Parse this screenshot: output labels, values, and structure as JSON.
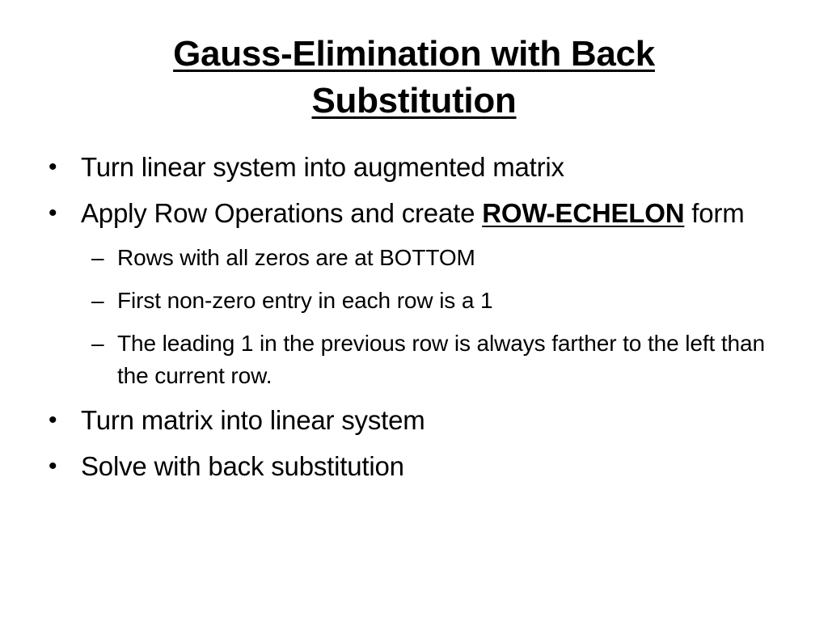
{
  "slide": {
    "title": "Gauss-Elimination with Back Substitution",
    "bullets": {
      "b1": "Turn linear system  into augmented matrix",
      "b2_prefix": "Apply Row Operations and create ",
      "b2_emph": "ROW-ECHELON",
      "b2_suffix": " form",
      "s1": "Rows with all zeros are at BOTTOM",
      "s2": "First non-zero entry in each row is a 1",
      "s3": "The leading 1 in the previous row is always farther to the left than the current row.",
      "b3": "Turn matrix into linear system",
      "b4": "Solve with back substitution"
    },
    "markers": {
      "bullet": "•",
      "dash": "–"
    }
  }
}
